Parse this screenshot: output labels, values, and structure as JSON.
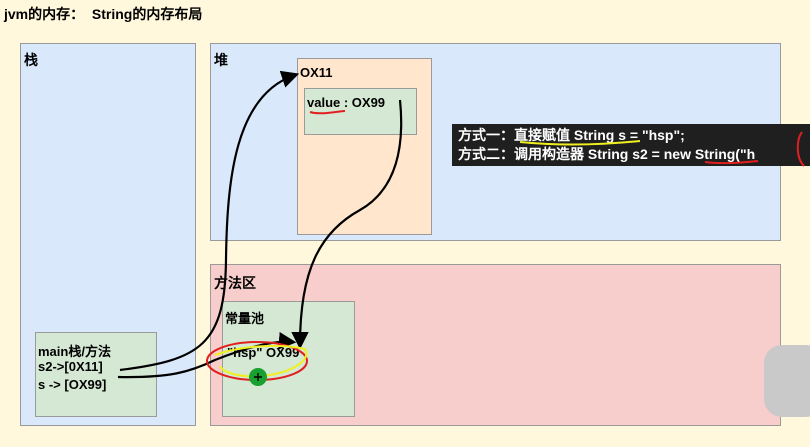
{
  "title": "jvm的内存：  String的内存布局",
  "stack": {
    "label": "栈",
    "frame_title": "main栈/方法",
    "vars": [
      "s2->[0X11]",
      "s -> [OX99]"
    ]
  },
  "heap": {
    "label": "堆",
    "object_address": "OX11",
    "field": "value : OX99"
  },
  "method_area": {
    "label": "方法区",
    "const_pool": "常量池",
    "literal": "\"hsp\" OX99"
  },
  "notes": {
    "line1": "方式一：直接赋值 String s = \"hsp\";",
    "line2": "方式二：调用构造器 String s2 = new String(\"h"
  },
  "colors": {
    "stack_bg": "#dae8fc",
    "heap_bg": "#dae8fc",
    "method_area_bg": "#f8cecc",
    "object_bg": "#ffe6cc",
    "green_bg": "#d5e8d4",
    "note_bg": "#1f1f1f",
    "annotation_red": "#e02020",
    "annotation_yellow": "#f0f020",
    "cursor_green": "#18a030"
  }
}
